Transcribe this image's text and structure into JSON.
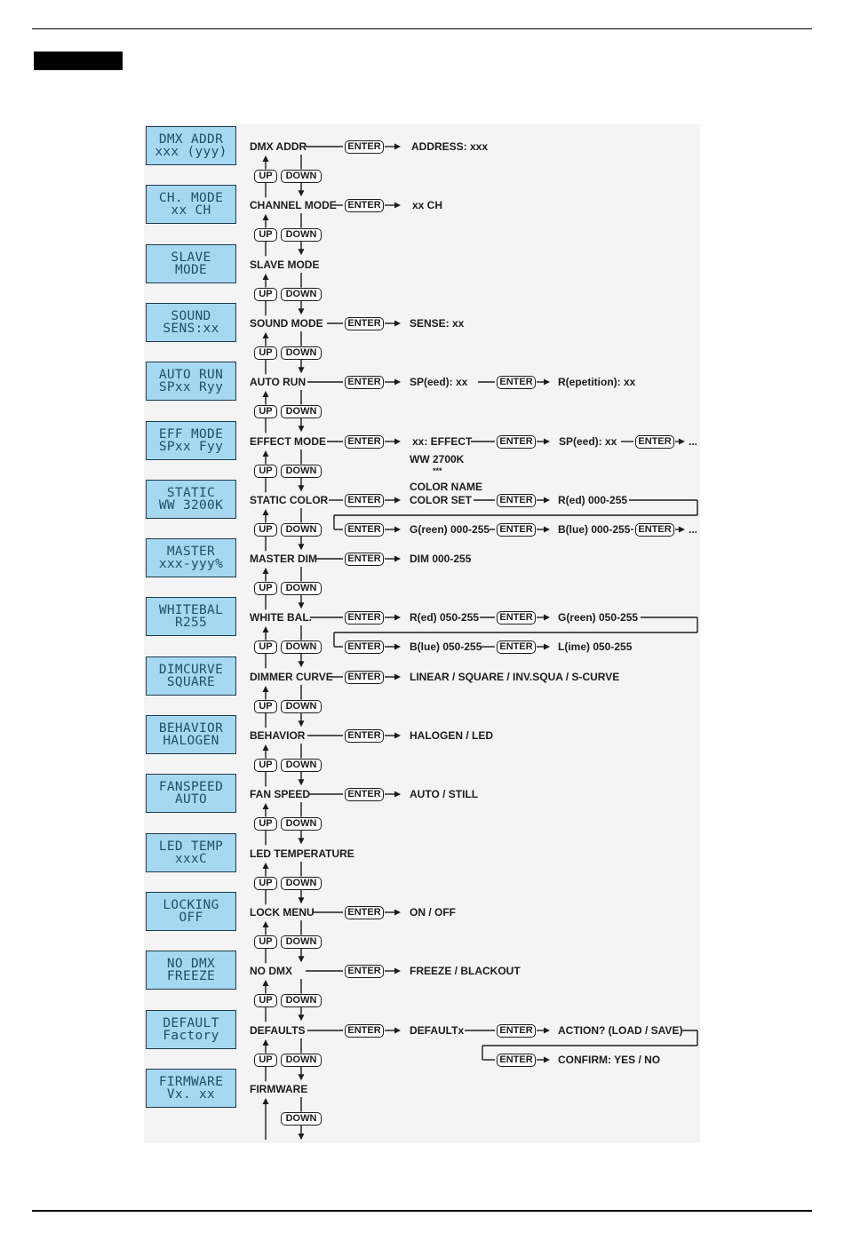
{
  "rows": [
    {
      "lcd": [
        "DMX ADDR",
        "xxx (yyy)"
      ],
      "label": "DMX ADDR",
      "chain": [
        {
          "text": "ADDRESS: xxx"
        }
      ],
      "has_up": true
    },
    {
      "lcd": [
        "CH. MODE",
        "xx CH"
      ],
      "label": "CHANNEL MODE",
      "chain": [
        {
          "text": "xx CH"
        }
      ],
      "has_up": true
    },
    {
      "lcd": [
        "SLAVE",
        "MODE"
      ],
      "label": "SLAVE MODE",
      "chain": [],
      "has_up": true
    },
    {
      "lcd": [
        "SOUND",
        "SENS:xx"
      ],
      "label": "SOUND MODE",
      "chain": [
        {
          "text": "SENSE: xx"
        }
      ],
      "has_up": true
    },
    {
      "lcd": [
        "AUTO RUN",
        "SPxx Ryy"
      ],
      "label": "AUTO RUN",
      "chain": [
        {
          "text": "SP(eed): xx"
        },
        {
          "text": "R(epetition): xx"
        }
      ],
      "has_up": true
    },
    {
      "lcd": [
        "EFF MODE",
        "SPxx Fyy"
      ],
      "label": "EFFECT MODE",
      "chain": [
        {
          "text": "xx: EFFECT"
        },
        {
          "text": "SP(eed): xx"
        },
        {
          "text": "..."
        }
      ],
      "has_up": true
    },
    {
      "lcd": [
        "STATIC",
        "WW 3200K"
      ],
      "label": "STATIC COLOR",
      "chain": [
        {
          "text": "COLOR SET"
        },
        {
          "text": "R(ed) 000-255"
        }
      ],
      "chain2": [
        {
          "text": "G(reen) 000-255"
        },
        {
          "text": "B(lue) 000-255"
        },
        {
          "text": "..."
        }
      ],
      "has_up": true
    },
    {
      "lcd": [
        "MASTER",
        "xxx-yyy%"
      ],
      "label": "MASTER DIM",
      "chain": [
        {
          "text": "DIM 000-255"
        }
      ],
      "has_up": true
    },
    {
      "lcd": [
        "WHITEBAL",
        "R255"
      ],
      "label": "WHITE BAL.",
      "chain": [
        {
          "text": "R(ed) 050-255"
        },
        {
          "text": "G(reen) 050-255"
        }
      ],
      "chain2": [
        {
          "text": "B(lue) 050-255"
        },
        {
          "text": "L(ime) 050-255"
        }
      ],
      "has_up": true
    },
    {
      "lcd": [
        "DIMCURVE",
        "SQUARE"
      ],
      "label": "DIMMER CURVE",
      "chain": [
        {
          "text": "LINEAR / SQUARE / INV.SQUA / S-CURVE"
        }
      ],
      "has_up": true
    },
    {
      "lcd": [
        "BEHAVIOR",
        "HALOGEN"
      ],
      "label": "BEHAVIOR",
      "chain": [
        {
          "text": "HALOGEN / LED"
        }
      ],
      "has_up": true
    },
    {
      "lcd": [
        "FANSPEED",
        "AUTO"
      ],
      "label": "FAN SPEED",
      "chain": [
        {
          "text": "AUTO / STILL"
        }
      ],
      "has_up": true
    },
    {
      "lcd": [
        "LED TEMP",
        "xxxC"
      ],
      "label": "LED TEMPERATURE",
      "chain": [],
      "has_up": true
    },
    {
      "lcd": [
        "LOCKING",
        "OFF"
      ],
      "label": "LOCK MENU",
      "chain": [
        {
          "text": "ON / OFF"
        }
      ],
      "has_up": true
    },
    {
      "lcd": [
        "NO DMX",
        "FREEZE"
      ],
      "label": "NO DMX",
      "chain": [
        {
          "text": "FREEZE / BLACKOUT"
        }
      ],
      "has_up": true
    },
    {
      "lcd": [
        "DEFAULT",
        "Factory"
      ],
      "label": "DEFAULTS",
      "chain": [
        {
          "text": "DEFAULTx"
        },
        {
          "text": "ACTION? (LOAD / SAVE)"
        }
      ],
      "chain2": [
        {
          "text": "CONFIRM: YES / NO"
        }
      ],
      "has_up": true
    },
    {
      "lcd": [
        "FIRMWARE",
        "Vx. xx"
      ],
      "label": "FIRMWARE",
      "chain": [],
      "has_up": false
    }
  ],
  "notes": {
    "effect_extra_1": "WW 2700K",
    "effect_extra_2": "***",
    "static_extra": "COLOR NAME"
  },
  "buttons": {
    "enter": "ENTER",
    "up": "UP",
    "down": "DOWN"
  }
}
